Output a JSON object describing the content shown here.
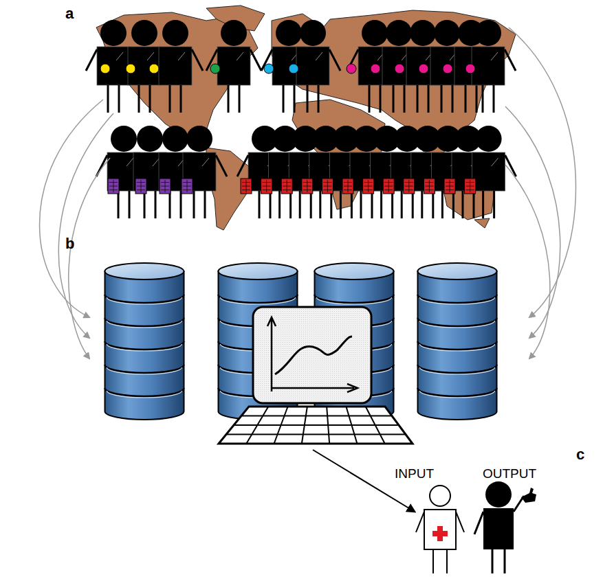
{
  "diagram": {
    "labels": [
      "a",
      "b",
      "c",
      "INPUT",
      "OUTPUT"
    ]
  }
}
